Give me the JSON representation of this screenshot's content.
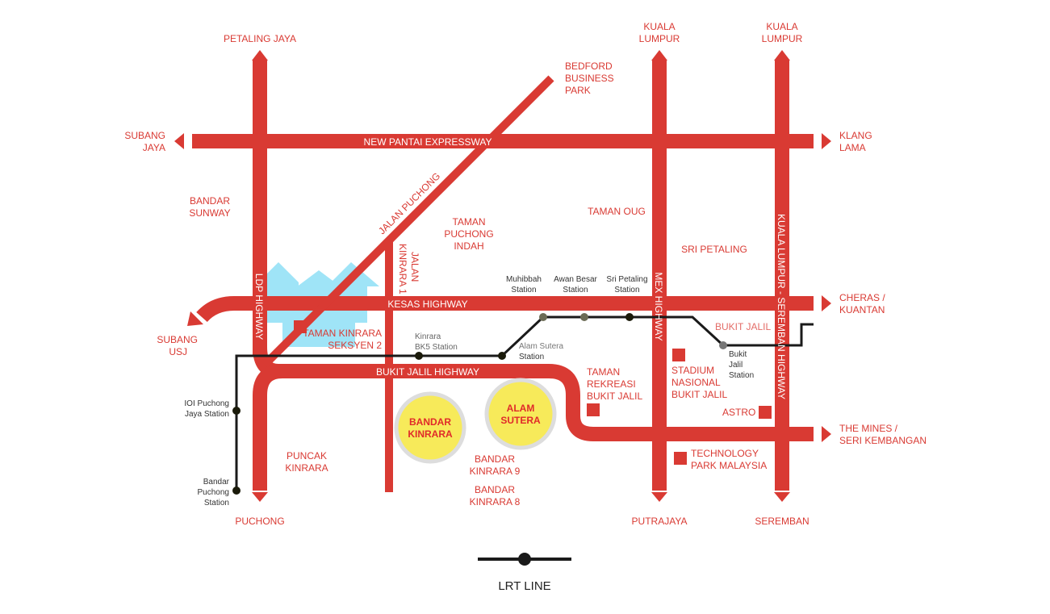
{
  "colors": {
    "road": "#d93a33",
    "lrt": "#1a1a1a",
    "watermark": "#7fdcf5",
    "highlight": "#f7ea5a"
  },
  "destinations": {
    "petaling_jaya": "PETALING JAYA",
    "kl1": [
      "KUALA",
      "LUMPUR"
    ],
    "kl2": [
      "KUALA",
      "LUMPUR"
    ],
    "bedford": [
      "BEDFORD",
      "BUSINESS",
      "PARK"
    ],
    "subang_jaya": [
      "SUBANG",
      "JAYA"
    ],
    "klang_lama": [
      "KLANG",
      "LAMA"
    ],
    "cheras": [
      "CHERAS /",
      "KUANTAN"
    ],
    "subang_usj": [
      "SUBANG",
      "USJ"
    ],
    "mines": [
      "THE MINES /",
      "SERI KEMBANGAN"
    ],
    "puchong": "PUCHONG",
    "putrajaya": "PUTRAJAYA",
    "seremban": "SEREMBAN"
  },
  "roads": {
    "new_pantai": "NEW PANTAI EXPRESSWAY",
    "kesas": "KESAS HIGHWAY",
    "bukit_jalil": "BUKIT JALIL HIGHWAY",
    "ldp": "LDP HIGHWAY",
    "jalan_puchong": "JALAN PUCHONG",
    "jalan_kinrara": [
      "JALAN",
      "KINRARA 1"
    ],
    "mex": "MEX HIGHWAY",
    "kl_seremban": "KUALA LUMPUR - SEREMBAN HIGHWAY"
  },
  "areas": {
    "bandar_sunway": [
      "BANDAR",
      "SUNWAY"
    ],
    "taman_puchong_indah": [
      "TAMAN",
      "PUCHONG",
      "INDAH"
    ],
    "taman_oug": "TAMAN OUG",
    "sri_petaling": "SRI PETALING",
    "bukit_jalil": "BUKIT JALIL",
    "taman_kinrara": [
      "TAMAN KINRARA",
      "SEKSYEN 2"
    ],
    "puncak_kinrara": [
      "PUNCAK",
      "KINRARA"
    ],
    "bandar_kinrara_9": [
      "BANDAR",
      "KINRARA 9"
    ],
    "bandar_kinrara_8": [
      "BANDAR",
      "KINRARA 8"
    ]
  },
  "places": {
    "taman_rekreasi": [
      "TAMAN",
      "REKREASI",
      "BUKIT JALIL"
    ],
    "stadium": [
      "STADIUM",
      "NASIONAL",
      "BUKIT JALIL"
    ],
    "astro": "ASTRO",
    "tpm": [
      "TECHNOLOGY",
      "PARK MALAYSIA"
    ]
  },
  "highlights": {
    "bandar_kinrara": [
      "BANDAR",
      "KINRARA"
    ],
    "alam_sutera": [
      "ALAM",
      "SUTERA"
    ]
  },
  "stations": {
    "ioi": [
      "IOI Puchong",
      "Jaya Station"
    ],
    "bandar_puchong": [
      "Bandar",
      "Puchong",
      "Station"
    ],
    "kinrara": [
      "Kinrara",
      "BK5 Station"
    ],
    "alam_sutera": [
      "Alam Sutera",
      "Station"
    ],
    "muhibbah": [
      "Muhibbah",
      "Station"
    ],
    "awan_besar": [
      "Awan Besar",
      "Station"
    ],
    "sri_petaling": [
      "Sri Petaling",
      "Station"
    ],
    "bukit_jalil": [
      "Bukit",
      "Jalil",
      "Station"
    ]
  },
  "legend": {
    "lrt": "LRT LINE"
  }
}
